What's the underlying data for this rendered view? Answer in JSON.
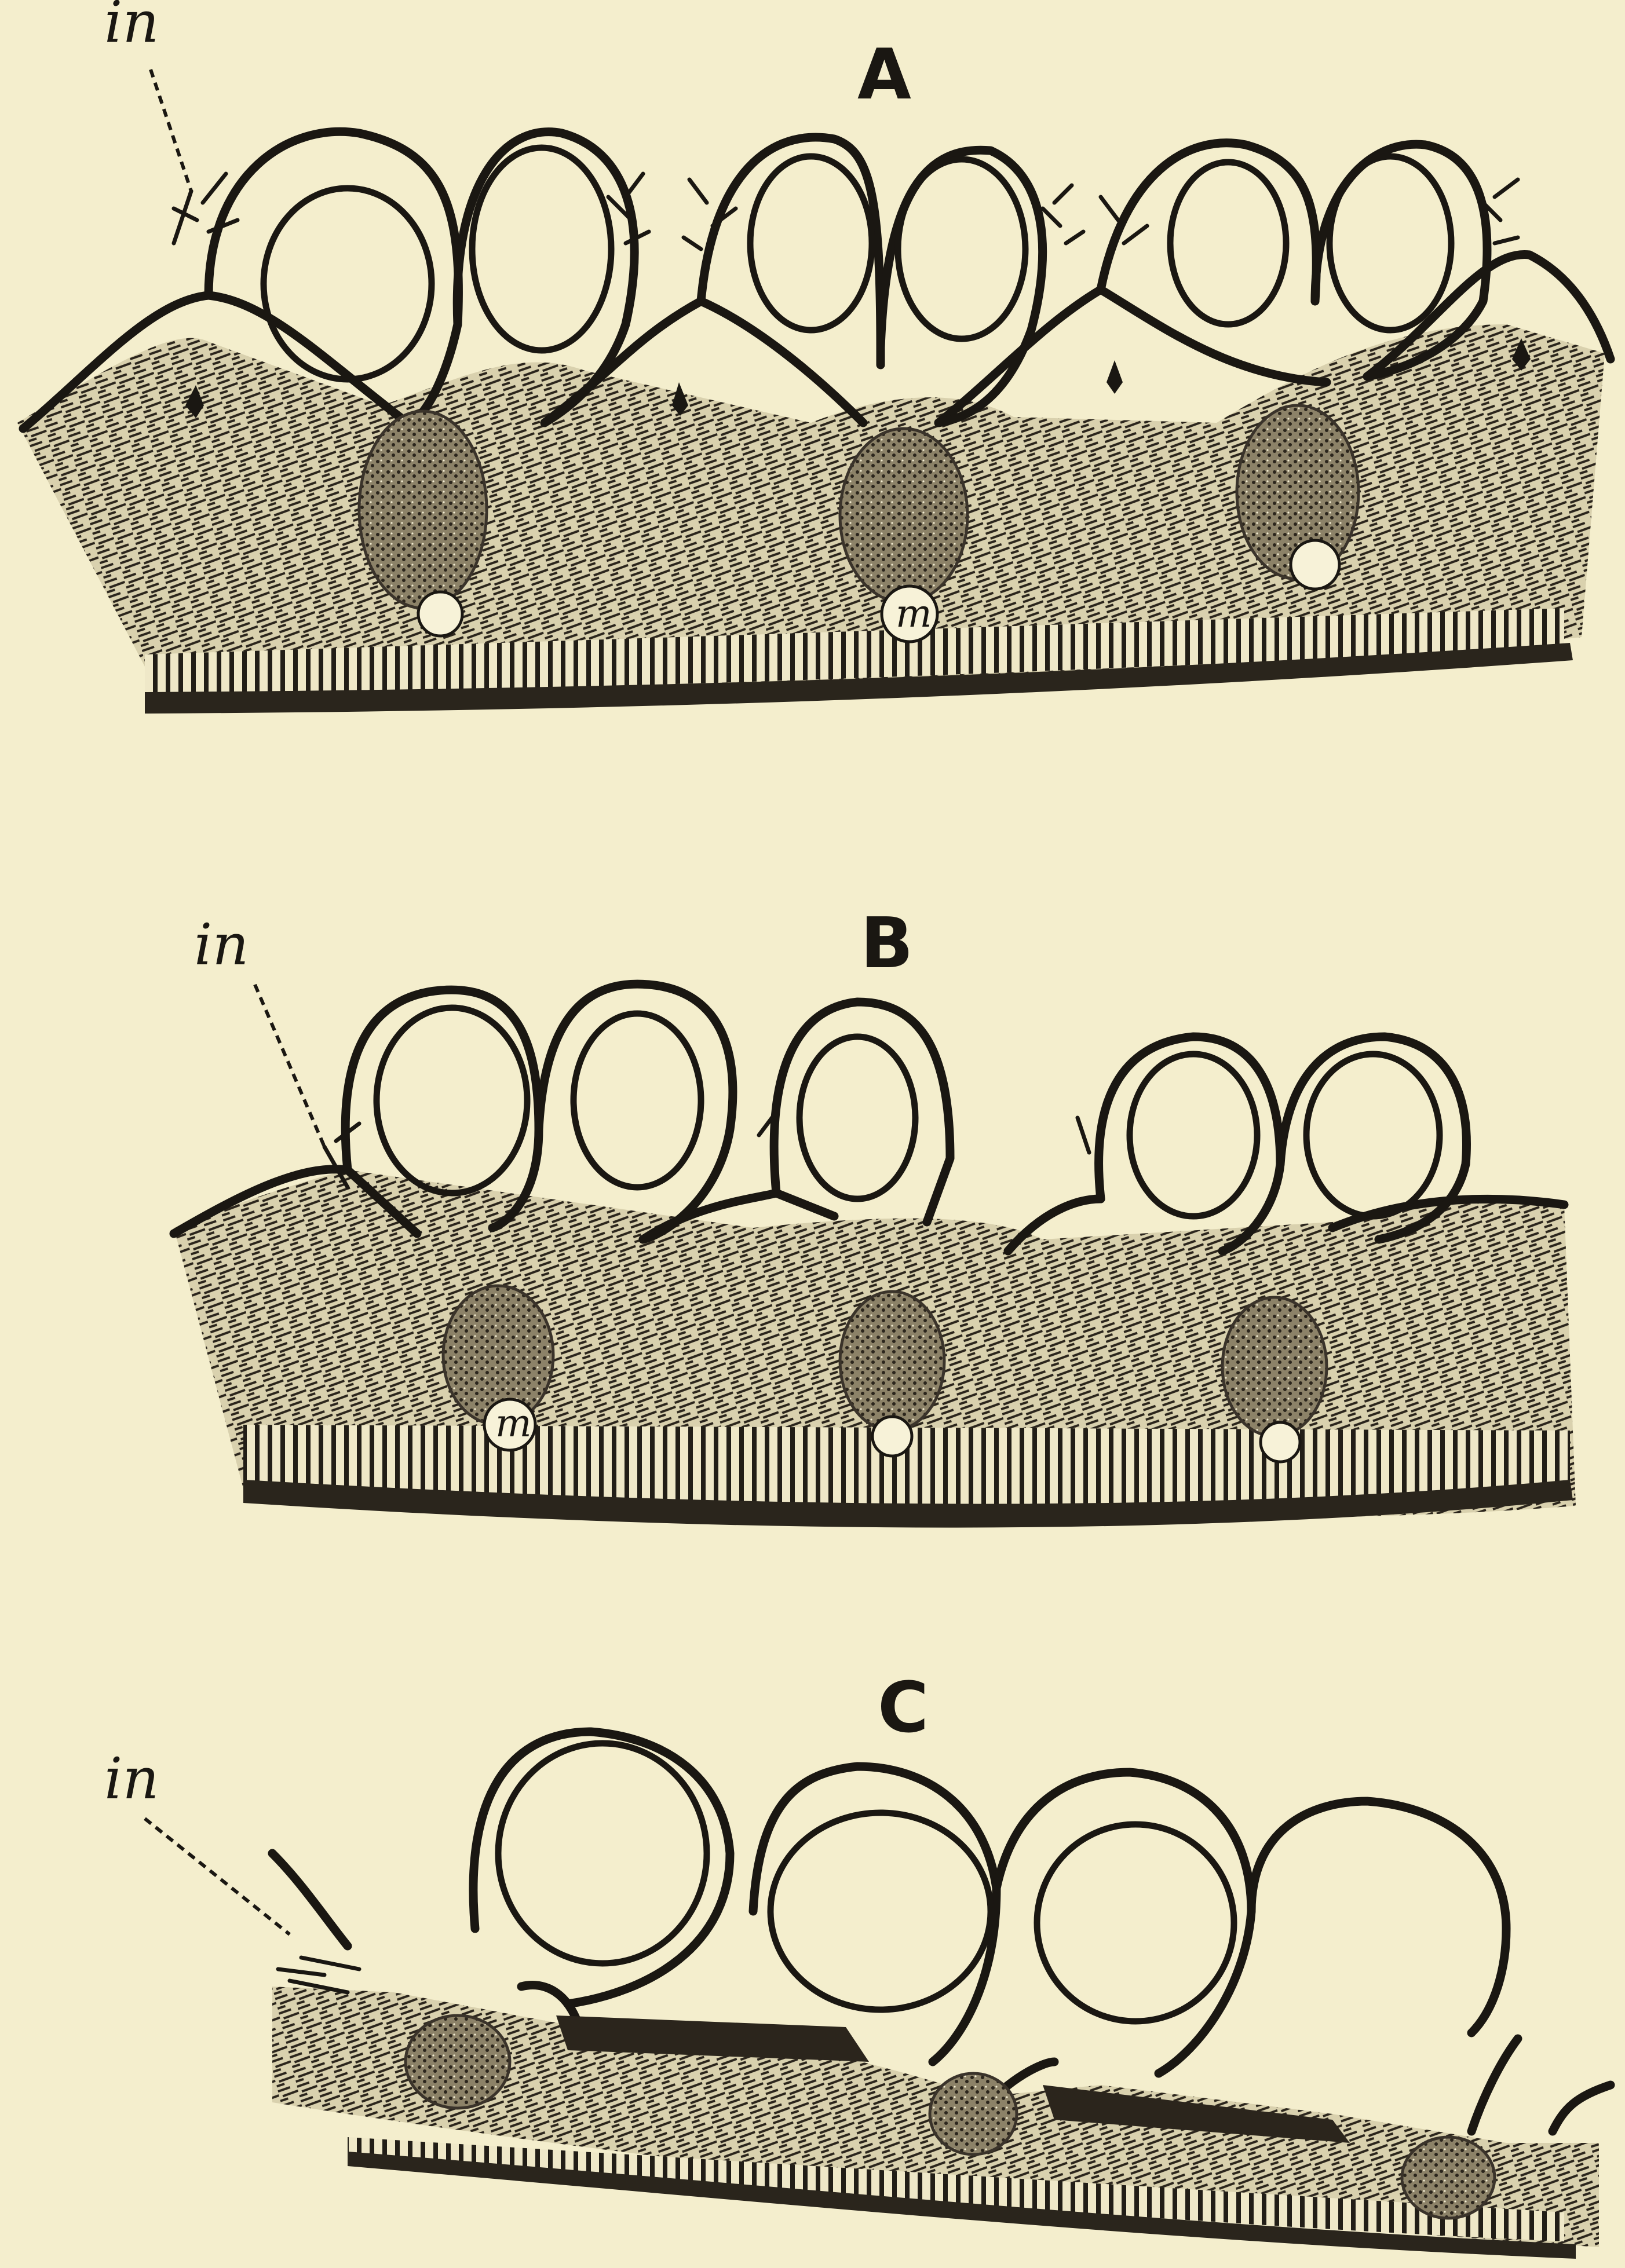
{
  "figure": {
    "panels": [
      {
        "label": "A",
        "pointer_label": "in",
        "cell_label": "m"
      },
      {
        "label": "B",
        "pointer_label": "in",
        "cell_label": "m"
      },
      {
        "label": "C",
        "pointer_label": "in"
      }
    ]
  },
  "colors": {
    "paper": "#f4eecd",
    "ink": "#1a1712"
  }
}
